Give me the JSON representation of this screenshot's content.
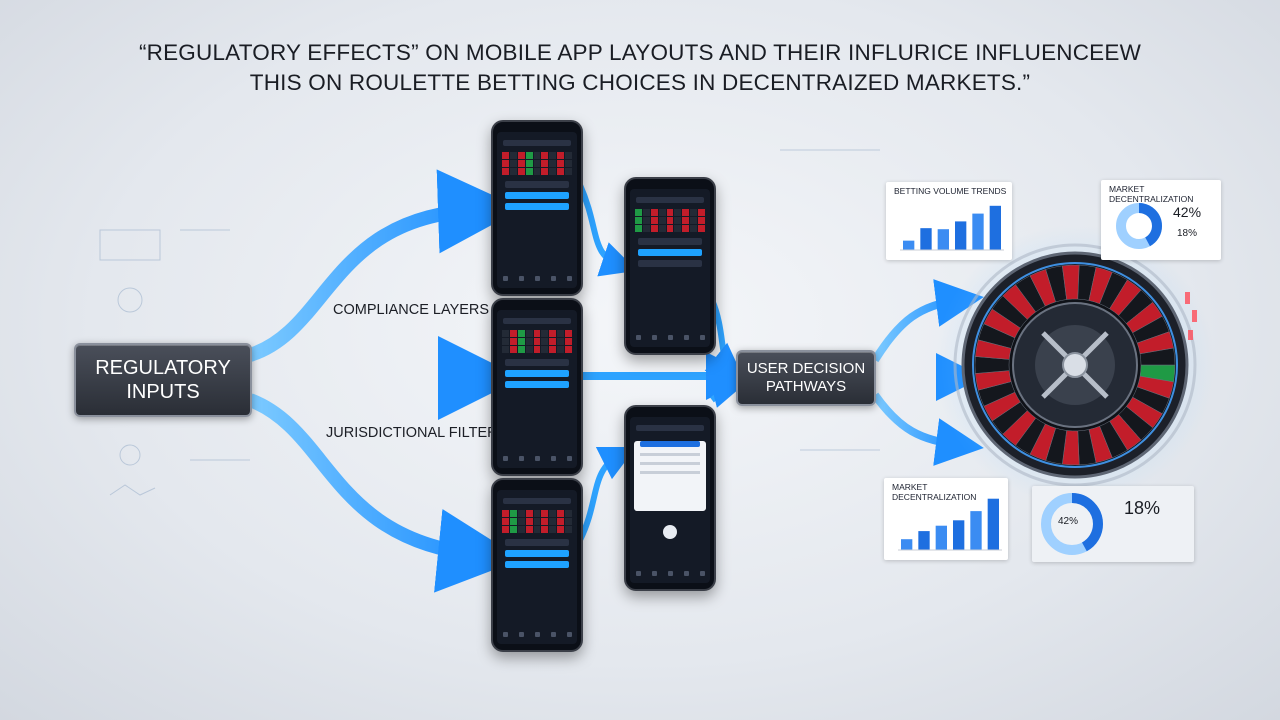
{
  "title": {
    "line1": "“REGULATORY EFFECTS” ON MOBILE APP LAYOUTS AND THEIR INFLURICE INFLUENCEEW",
    "line2": "THIS ON ROULETTE BETTING CHOICES IN DECENTRAIZED MARKETS.”"
  },
  "nodes": {
    "regulatory_inputs": "REGULATORY INPUTS",
    "user_decision": "USER DECISION PATHWAYS",
    "compliance": "COMPLIANCE LAYERS",
    "jurisdictional": "JURISDICTIONAL FILTERS"
  },
  "panels": {
    "betting_volume": {
      "title": "BETTING VOLUME TRENDS",
      "bars": [
        0.18,
        0.42,
        0.4,
        0.55,
        0.7,
        0.85
      ]
    },
    "market_decentralization_top": {
      "title": "MARKET DECENTRALIZATION",
      "value": "42%",
      "second_value": "18%",
      "share": 0.42
    },
    "market_decentralization_bottom": {
      "title": "MARKET DECENTRALIZATION",
      "bars": [
        0.2,
        0.35,
        0.45,
        0.55,
        0.72,
        0.95
      ]
    },
    "donut_bottom": {
      "center": "42%",
      "value": "18%",
      "share": 0.42
    }
  },
  "colors": {
    "arrow": "#2ea3ff",
    "accent": "#1e6fe0",
    "red": "#c21d2a",
    "green": "#1f9a45"
  }
}
